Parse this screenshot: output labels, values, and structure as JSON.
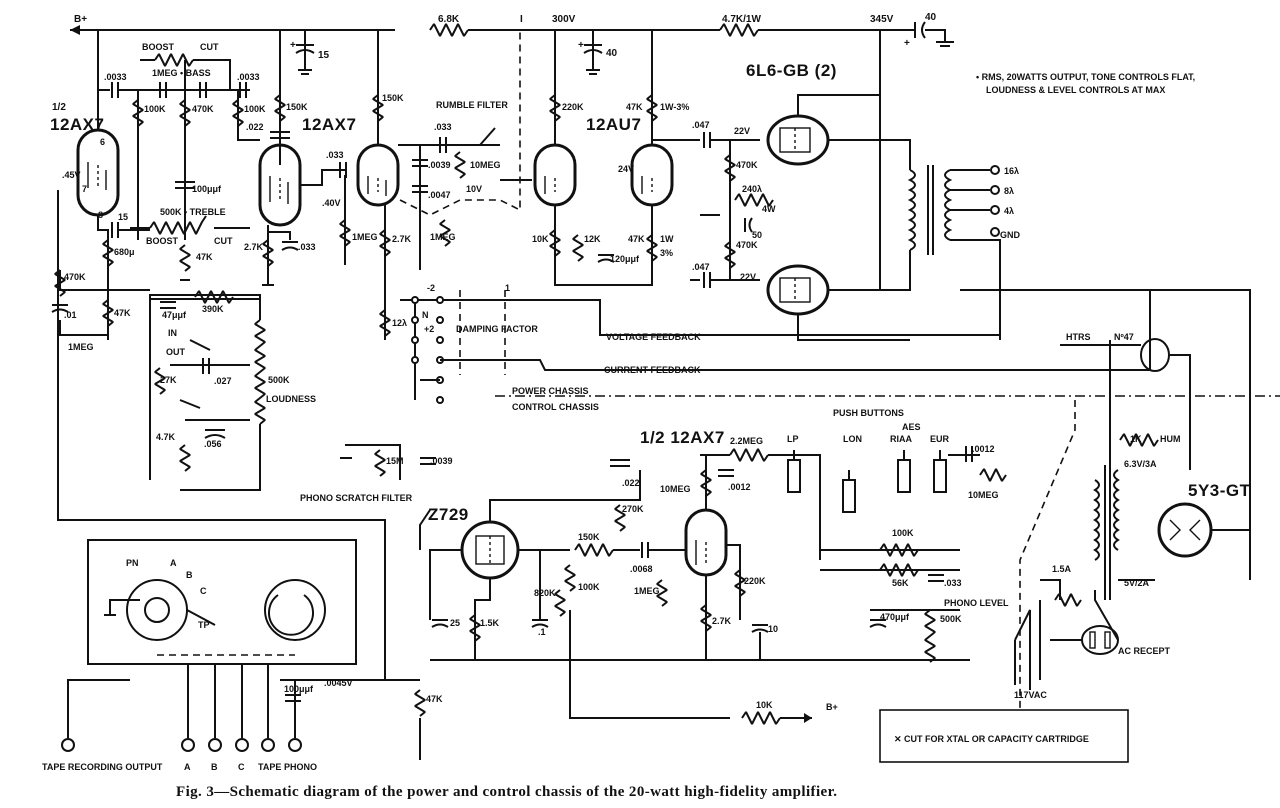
{
  "caption": "Fig. 3—Schematic diagram of the power and control chassis of the 20-watt high-fidelity amplifier.",
  "note_rms": [
    "• RMS, 20WATTS OUTPUT, TONE CONTROLS FLAT,",
    "LOUDNESS & LEVEL CONTROLS AT MAX"
  ],
  "note_box": "✕ CUT FOR XTAL OR CAPACITY CARTRIDGE",
  "tubes": {
    "v1": "12AX7",
    "v1_half": "1/2",
    "v2": "12AX7",
    "v3": "12AU7",
    "v4": "6L6-GB (2)",
    "v5": "Z729",
    "v6": "1/2 12AX7",
    "v7": "5Y3-GT"
  },
  "supply": {
    "bplus": "B+",
    "r_68k": "6.8K",
    "v_300": "300V",
    "r_47k1w": "4.7K/1W",
    "v_345": "345V",
    "c_40a": "40",
    "c_40b": "40",
    "c_15": "15",
    "bplus2": "B+"
  },
  "tone": {
    "boost_bass": "BOOST",
    "cut_bass": "CUT",
    "bass": "1MEG • BASS",
    "c0033a": ".0033",
    "c0033b": ".0033",
    "r100a": "100K",
    "r470": "470K",
    "r100b": "100K",
    "c100pf": "100μμf",
    "treble": "500K • TREBLE",
    "boost_treb": "BOOST",
    "cut_treb": "CUT",
    "r47k": "47K",
    "r150": "150K",
    "c022": ".022",
    "r27": "2.7K",
    "c033": ".033"
  },
  "input_stage": {
    "v45": ".45V",
    "c15": "15",
    "r680": "680μ",
    "r470": "470K",
    "c01": ".01",
    "r47": "47K",
    "r1meg": "1MEG"
  },
  "loudness": {
    "c47pf": "47μμf",
    "r390": "390K",
    "in": "IN",
    "out": "OUT",
    "r27": "27K",
    "c027": ".027",
    "r500": "500K",
    "loudness": "LOUDNESS",
    "r47": "4.7K",
    "c056": ".056"
  },
  "rumble": {
    "title": "RUMBLE FILTER",
    "c033": ".033",
    "c0039": ".0039",
    "r10meg": "10MEG",
    "c0047": ".0047",
    "v10": "10V",
    "r1meg": "1MEG",
    "c033b": ".033",
    "v40": ".40V",
    "r150": "150K",
    "r1meg2": "1MEG",
    "r27": "2.7K",
    "r12": "12λ"
  },
  "driver": {
    "r220": "220K",
    "r47": "47K",
    "r1w3": "1W-3%",
    "c047a": ".047",
    "v22a": "22V",
    "v24": "24V",
    "r10k": "10K",
    "r12k": "12K",
    "c120": "120μμf",
    "r47b": "47K",
    "r1w": "1W",
    "r3": "3%",
    "c047b": ".047",
    "v22b": "22V",
    "r470a": "470K",
    "r240": "240λ",
    "r4w": "4W",
    "c50": "50",
    "r470b": "470K"
  },
  "output": {
    "t16": "16λ",
    "t8": "8λ",
    "t4": "4λ",
    "gnd": "GND"
  },
  "feedback": {
    "damping": "DAMPING FACTOR",
    "voltage": "VOLTAGE FEEDBACK",
    "current": "CURRENT FEEDBACK",
    "power_chassis": "POWER CHASSIS",
    "control_chassis": "CONTROL CHASSIS",
    "n": "N",
    "p2": "+2",
    "m2": "-2",
    "one": "1"
  },
  "power_supply": {
    "htrs": "HTRS",
    "n47": "Nº47",
    "r1k": "1K",
    "hum": "HUM",
    "v63": "6.3V/3A",
    "v5": "5V/2A",
    "fuse": "1.5A",
    "ac": "AC RECEPT",
    "vac": "117VAC"
  },
  "preamp": {
    "push": "PUSH BUTTONS",
    "aes": "AES",
    "lp": "LP",
    "lon": "LON",
    "riaa": "RIAA",
    "eur": "EUR",
    "r22meg": "2.2MEG",
    "c0012a": ".0012",
    "c0012b": ".0012",
    "r10meg": "10MEG",
    "r10meg2": "10MEG",
    "c022": ".022",
    "r270": "270K",
    "r150": "150K",
    "c0068": ".0068",
    "r1meg": "1MEG",
    "r220": "220K",
    "r27": "2.7K",
    "c10": "10",
    "r100": "100K",
    "r56": "56K",
    "c033": ".033",
    "c470": "470μμf",
    "r500": "500K",
    "phono_level": "PHONO LEVEL",
    "scratch": "PHONO SCRATCH FILTER",
    "r15m": "15M",
    "c0039": ".0039",
    "r100b": "100K",
    "r820": "820K",
    "c1": ".1",
    "c25": "25",
    "r15": "1.5K",
    "r47k": "47K",
    "r10k": "10K",
    "v0045": ".0045V",
    "c100": "100μμf"
  },
  "selector": {
    "pn": "PN",
    "a": "A",
    "b": "B",
    "c": "C",
    "tp": "TP"
  },
  "jacks": [
    "TAPE RECORDING OUTPUT",
    "A",
    "B",
    "C",
    "TAPE",
    "PHONO"
  ]
}
